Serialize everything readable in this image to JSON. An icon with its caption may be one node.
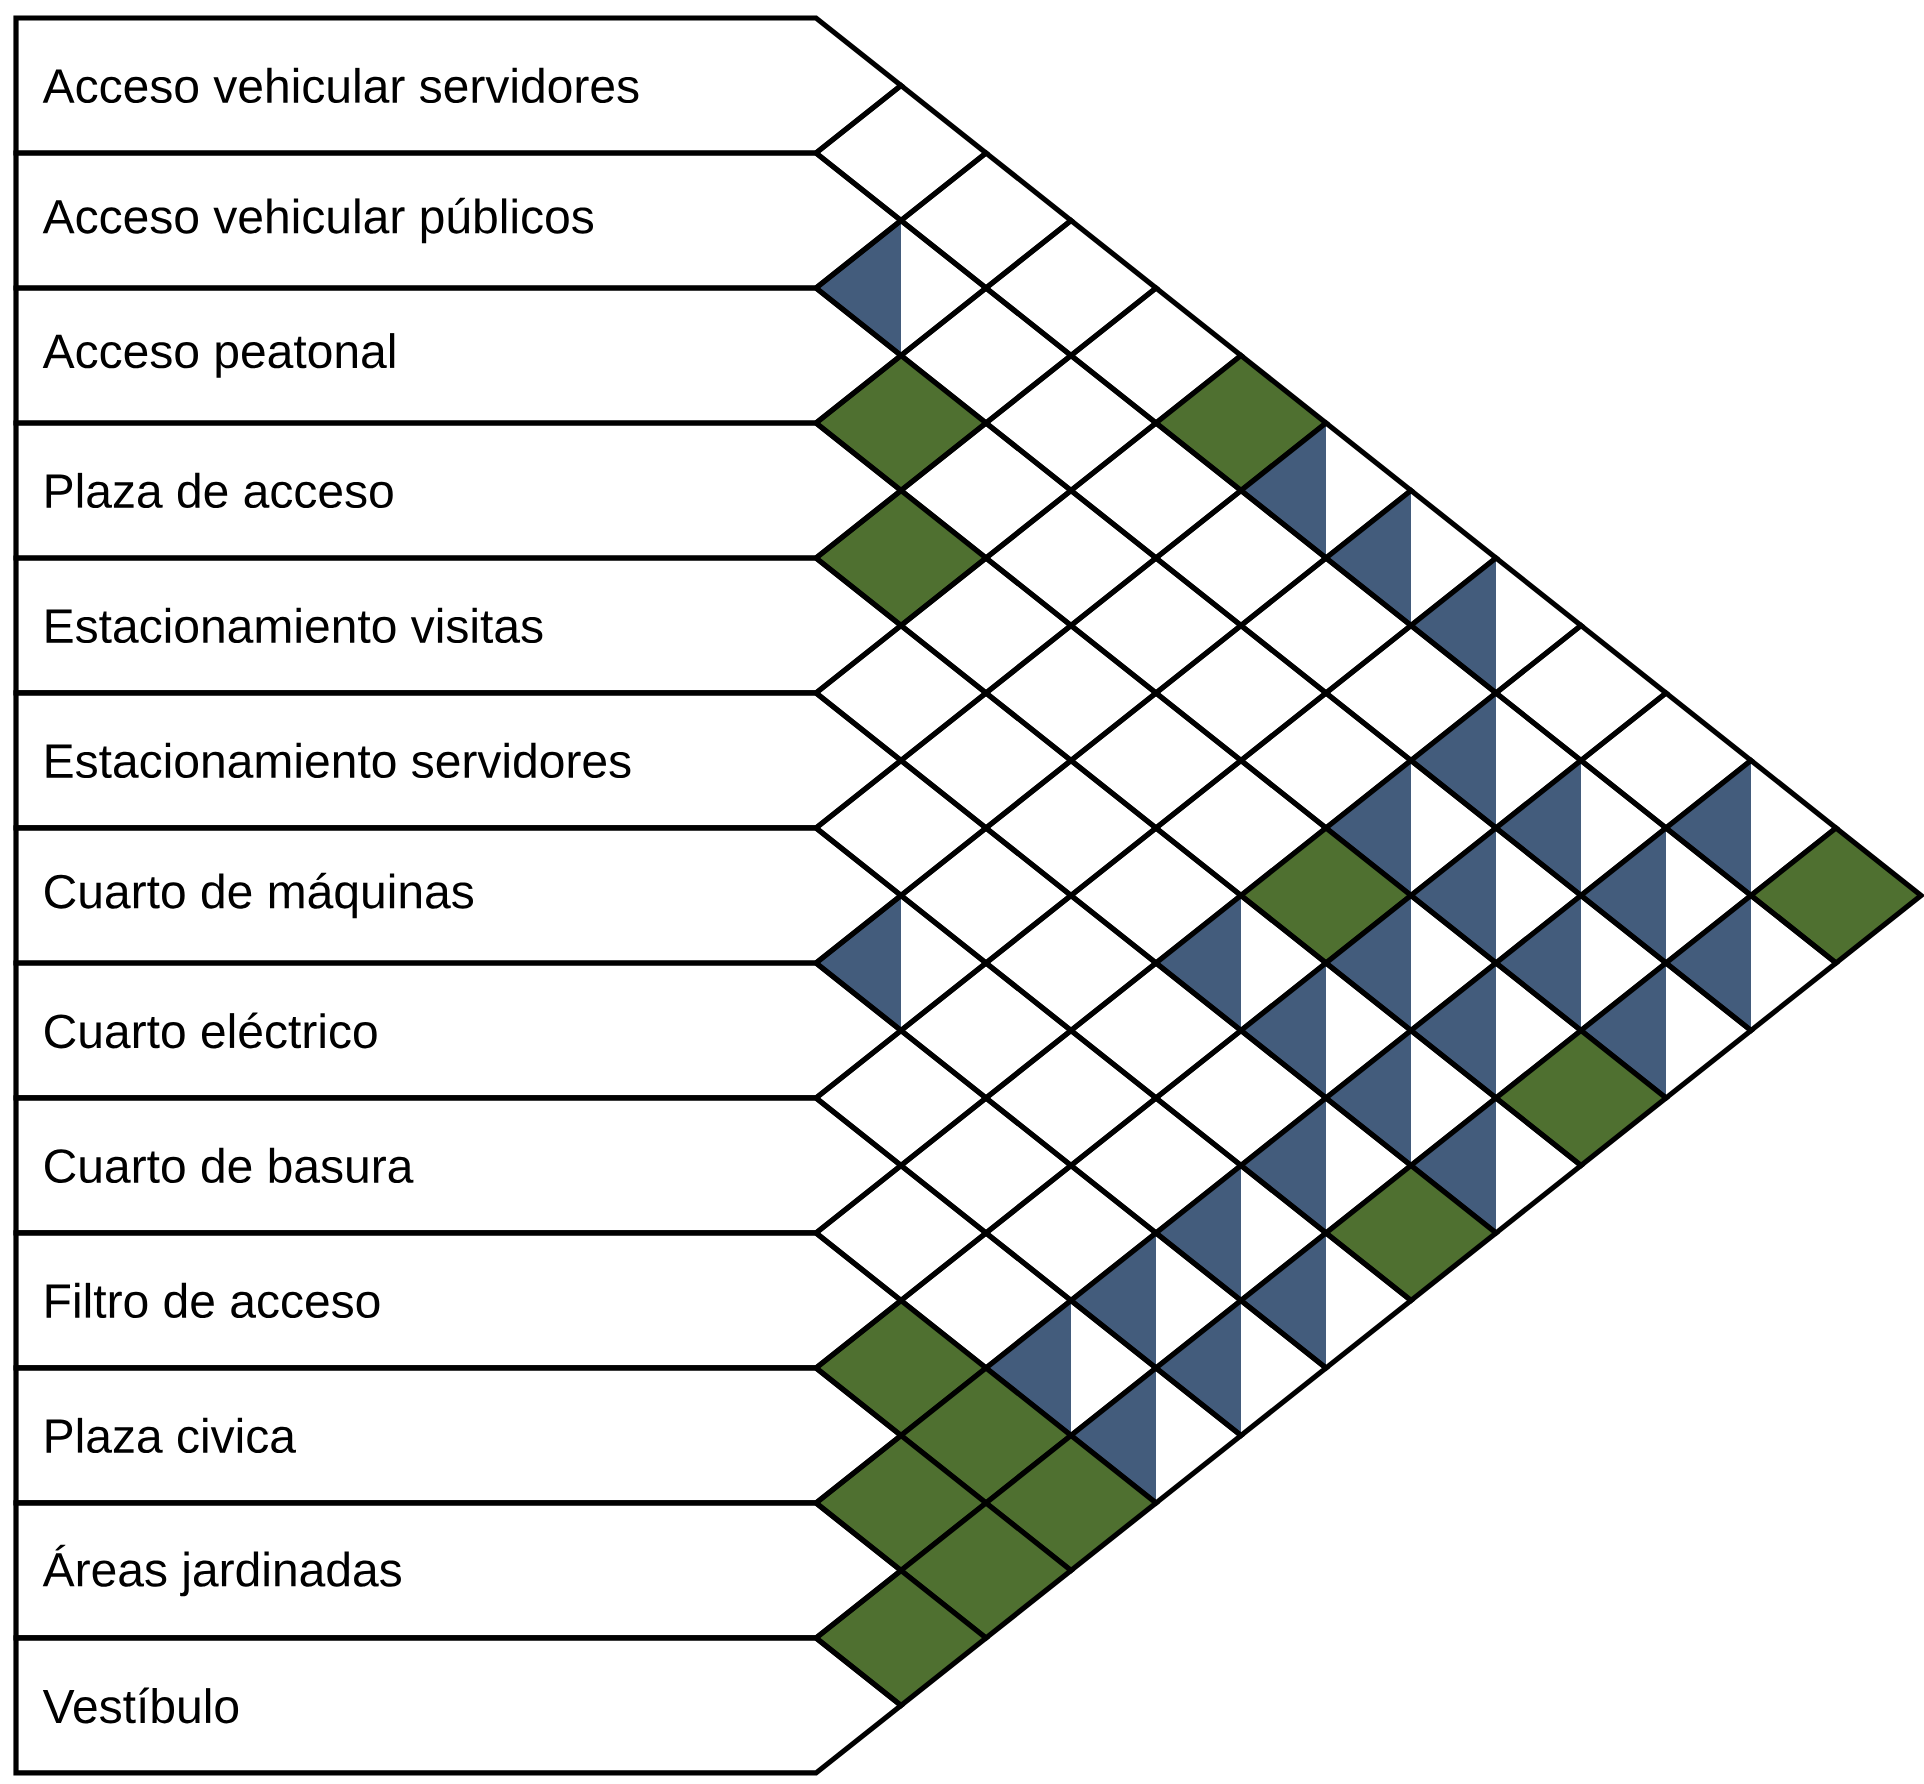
{
  "diagram": {
    "nodes": [
      {
        "text": [
          "Acceso vehicular servidores"
        ]
      },
      {
        "text": [
          "Acceso vehicular públicos"
        ]
      },
      {
        "text": [
          "Acceso peatonal"
        ]
      },
      {
        "text": [
          "Plaza de acceso"
        ]
      },
      {
        "text": [
          "Estacionamiento visitas"
        ]
      },
      {
        "text": [
          "Estacionamiento servidores"
        ]
      },
      {
        "text": [
          "Cuarto de máquinas"
        ]
      },
      {
        "text": [
          "Cuarto eléctrico"
        ]
      },
      {
        "text": [
          "Cuarto de basura"
        ]
      },
      {
        "text": [
          "Filtro de acceso"
        ]
      },
      {
        "text": [
          "Plaza civica"
        ]
      },
      {
        "text": [
          "Áreas jardinadas"
        ]
      },
      {
        "text": [
          "Vestíbulo"
        ]
      },
      {
        "text": [],
        "shape": "diamond"
      },
      {
        "text": [],
        "shape": "diamond"
      },
      {
        "text": [],
        "shape": "triangle"
      },
      {
        "text": [],
        "shape": "diamond"
      },
      {
        "text": [],
        "shape": "diamond"
      },
      {
        "text": [],
        "shape": "diamond"
      },
      {
        "text": [],
        "shape": "block"
      },
      {
        "text": [],
        "shape": "diamond"
      },
      {
        "text": [],
        "shape": "block"
      },
      {
        "text": [],
        "shape": "diamond"
      },
      {
        "text": [],
        "shape": "diamond"
      },
      {
        "text": [],
        "shape": "triangle"
      },
      {
        "text": [],
        "shape": "block"
      },
      {
        "text": [],
        "shape": "diamond"
      },
      {
        "text": [],
        "shape": "diamond"
      },
      {
        "text": [],
        "shape": "triangle"
      },
      {
        "text": [],
        "shape": "diamond"
      },
      {
        "text": [],
        "shape": "diamond"
      },
      {
        "text": [],
        "shape": "diamond"
      },
      {
        "text": [],
        "shape": "triangle"
      },
      {
        "text": [],
        "shape": "diamond"
      },
      {
        "text": [],
        "shape": "diamond"
      },
      {
        "text": [],
        "shape": "diamond"
      },
      {
        "text": [],
        "shape": "diamond"
      },
      {
        "text": [],
        "shape": "diamond"
      },
      {
        "text": [],
        "shape": "diamond"
      },
      {
        "text": [],
        "shape": "diamond"
      },
      {
        "text": [],
        "shape": "diamond"
      },
      {
        "text": [],
        "shape": "triangle"
      },
      {
        "text": [],
        "shape": "diamond"
      },
      {
        "text": [],
        "shape": "diamond"
      },
      {
        "text": [],
        "shape": "diamond"
      },
      {
        "text": [],
        "shape": "diamond"
      },
      {
        "text": [],
        "shape": "triangle"
      },
      {
        "text": [],
        "shape": "triangle"
      },
      {
        "text": [],
        "shape": "triangle"
      },
      {
        "text": [],
        "shape": "diamond"
      },
      {
        "text": [],
        "shape": "diamond"
      },
      {
        "text": [],
        "shape": "block"
      },
      {
        "text": [],
        "shape": "triangle"
      },
      {
        "text": [],
        "shape": "triangle"
      },
      {
        "text": [],
        "shape": "block"
      },
      {
        "text": [],
        "shape": "triangle"
      },
      {
        "text": [],
        "shape": "diamond"
      },
      {
        "text": [],
        "shape": "triangle"
      },
      {
        "text": [],
        "shape": "triangle"
      },
      {
        "text": [],
        "shape": "triangle"
      },
      {
        "text": [],
        "shape": "triangle"
      },
      {
        "text": [],
        "shape": "diamond"
      },
      {
        "text": [],
        "shape": "diamond"
      },
      {
        "text": [],
        "shape": "triangle"
      },
      {
        "text": [],
        "shape": "triangle"
      },
      {
        "text": [],
        "shape": "triangle"
      },
      {
        "text": [],
        "shape": "diamond"
      },
      {
        "text": [],
        "shape": "diamond"
      },
      {
        "text": [],
        "shape": "diamond"
      },
      {
        "text": [],
        "shape": "triangle"
      },
      {
        "text": [],
        "shape": "block"
      },
      {
        "text": [],
        "shape": "diamond"
      },
      {
        "text": [],
        "shape": "diamond"
      },
      {
        "text": [],
        "shape": "triangle"
      },
      {
        "text": [],
        "shape": "triangle"
      },
      {
        "text": [],
        "shape": "diamond"
      },
      {
        "text": [],
        "shape": "diamond"
      },
      {
        "text": [],
        "shape": "triangle"
      },
      {
        "text": [],
        "shape": "block"
      },
      {
        "text": [],
        "shape": "diamond"
      },
      {
        "text": [],
        "shape": "triangle"
      },
      {
        "text": [],
        "shape": "triangle"
      },
      {
        "text": [],
        "shape": "block"
      },
      {
        "text": [],
        "shape": "triangle"
      },
      {
        "text": [],
        "shape": "triangle"
      },
      {
        "text": [],
        "shape": "block"
      },
      {
        "text": [],
        "shape": "triangle"
      },
      {
        "text": [],
        "shape": "block"
      },
      {
        "text": [],
        "shape": "block"
      },
      {
        "text": [],
        "shape": "block"
      },
      {
        "text": [],
        "shape": "block"
      }
    ]
  }
}
